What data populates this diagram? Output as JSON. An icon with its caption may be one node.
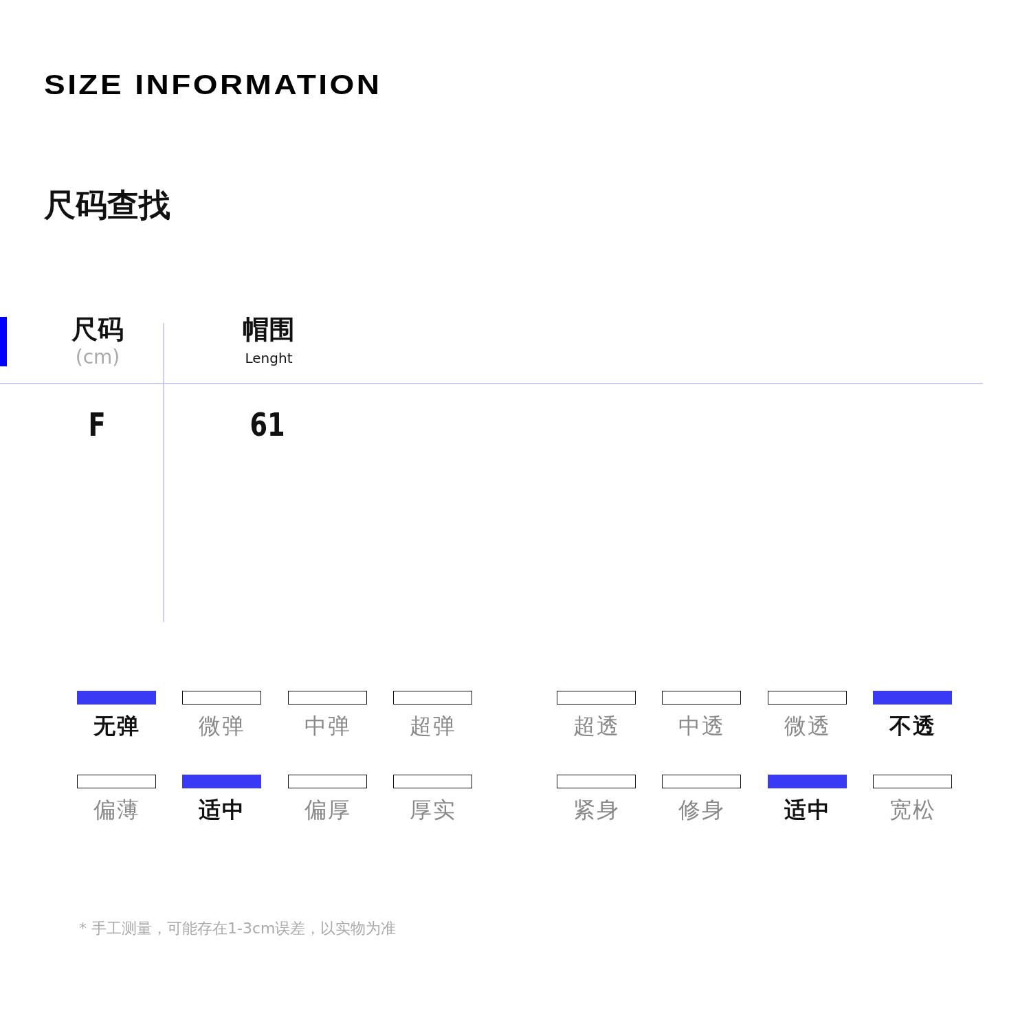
{
  "diagram": {
    "title": "SIZE INFORMATION",
    "caption": "* 手工测量，可能存在1-3cm误差，以实物为准",
    "labels": [
      "尺码查找",
      "尺码",
      "(cm)",
      "帽围",
      "Lenght",
      "F",
      "61"
    ],
    "legend": [
      {
        "text": "无弹",
        "color": "#3a3af5"
      },
      {
        "text": "微弹",
        "color": "#ffffff"
      },
      {
        "text": "中弹",
        "color": "#ffffff"
      },
      {
        "text": "超弹",
        "color": "#ffffff"
      },
      {
        "text": "超透",
        "color": "#ffffff"
      },
      {
        "text": "中透",
        "color": "#ffffff"
      },
      {
        "text": "微透",
        "color": "#ffffff"
      },
      {
        "text": "不透",
        "color": "#3a3af5"
      },
      {
        "text": "偏薄",
        "color": "#ffffff"
      },
      {
        "text": "适中",
        "color": "#3a3af5"
      },
      {
        "text": "偏厚",
        "color": "#ffffff"
      },
      {
        "text": "厚实",
        "color": "#ffffff"
      },
      {
        "text": "紧身",
        "color": "#ffffff"
      },
      {
        "text": "修身",
        "color": "#ffffff"
      },
      {
        "text": "适中",
        "color": "#3a3af5"
      },
      {
        "text": "宽松",
        "color": "#ffffff"
      }
    ]
  }
}
